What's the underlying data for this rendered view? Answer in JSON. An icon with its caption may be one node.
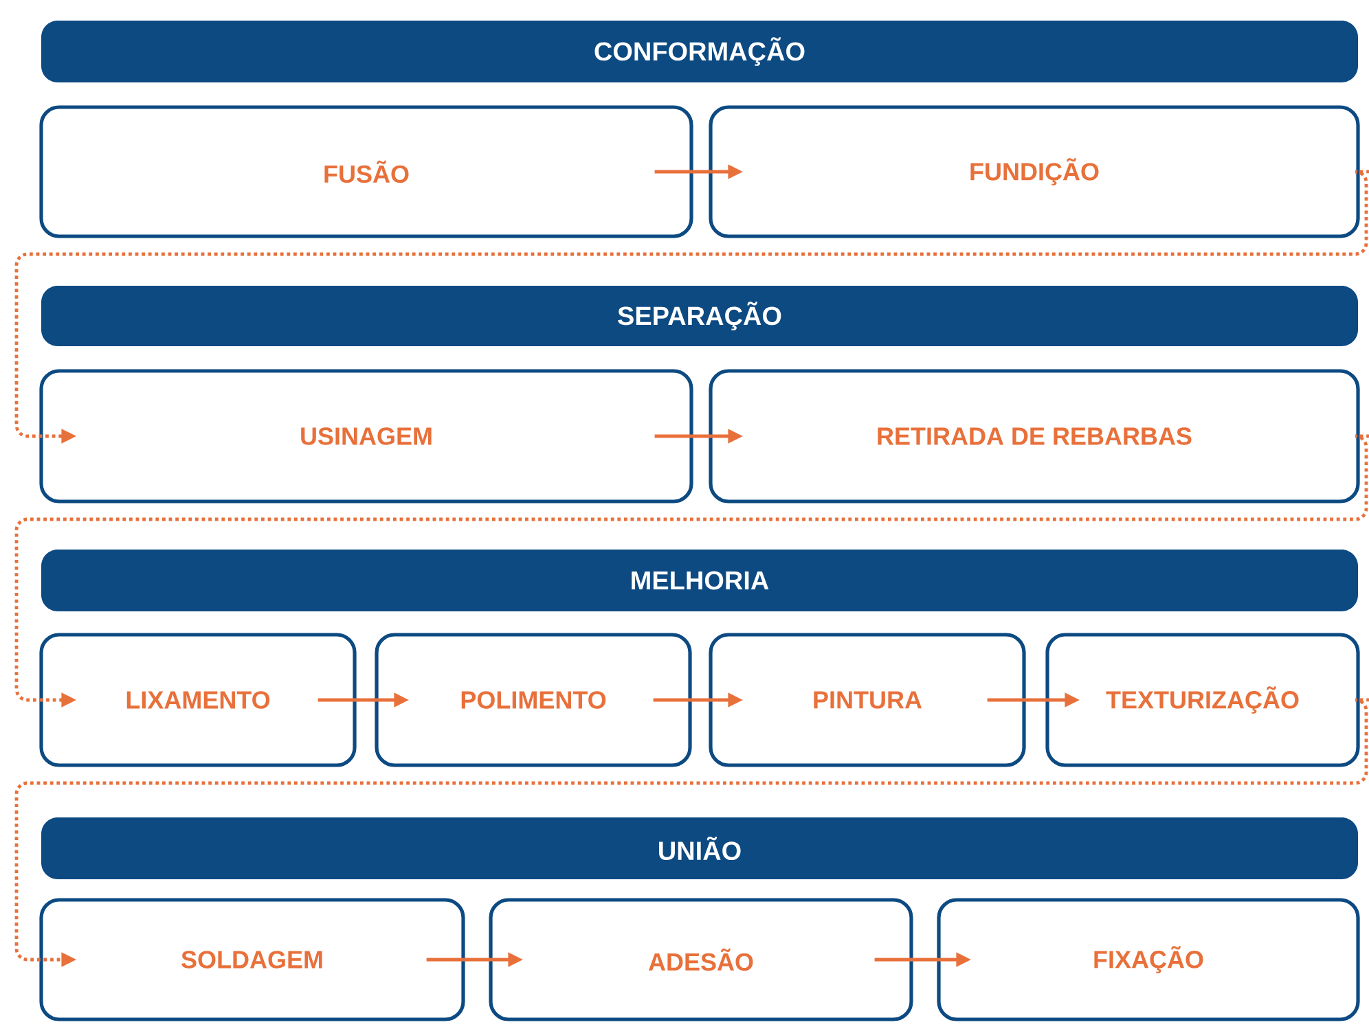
{
  "diagram": {
    "nodes": [
      {
        "text": [
          "CONFORMAÇÃO"
        ]
      },
      {
        "text": [
          "FUSÃO"
        ]
      },
      {
        "text": [
          "FUNDIÇÃO"
        ]
      },
      {
        "text": [
          "SEPARAÇÃO"
        ]
      },
      {
        "text": [
          "USINAGEM"
        ]
      },
      {
        "text": [
          "RETIRADA DE REBARBAS"
        ]
      },
      {
        "text": [
          "MELHORIA"
        ]
      },
      {
        "text": [
          "LIXAMENTO"
        ]
      },
      {
        "text": [
          "POLIMENTO"
        ]
      },
      {
        "text": [
          "PINTURA"
        ]
      },
      {
        "text": [
          "TEXTURIZAÇÃO"
        ]
      },
      {
        "text": [
          "UNIÃO"
        ]
      },
      {
        "text": [
          "SOLDAGEM"
        ]
      },
      {
        "text": [
          "ADESÃO"
        ]
      },
      {
        "text": [
          "FIXAÇÃO"
        ]
      }
    ],
    "edges": [
      {
        "from": 1,
        "to": 2,
        "arrow": "to"
      },
      {
        "from": 2,
        "to": 4,
        "arrow": "to",
        "style": "dashed"
      },
      {
        "from": 4,
        "to": 5,
        "arrow": "to"
      },
      {
        "from": 5,
        "to": 7,
        "arrow": "to",
        "style": "dashed"
      },
      {
        "from": 7,
        "to": 8,
        "arrow": "to"
      },
      {
        "from": 8,
        "to": 9,
        "arrow": "to"
      },
      {
        "from": 9,
        "to": 10,
        "arrow": "to"
      },
      {
        "from": 10,
        "to": 12,
        "arrow": "to",
        "style": "dashed"
      },
      {
        "from": 12,
        "to": 13,
        "arrow": "to"
      },
      {
        "from": 13,
        "to": 14,
        "arrow": "to"
      }
    ]
  }
}
